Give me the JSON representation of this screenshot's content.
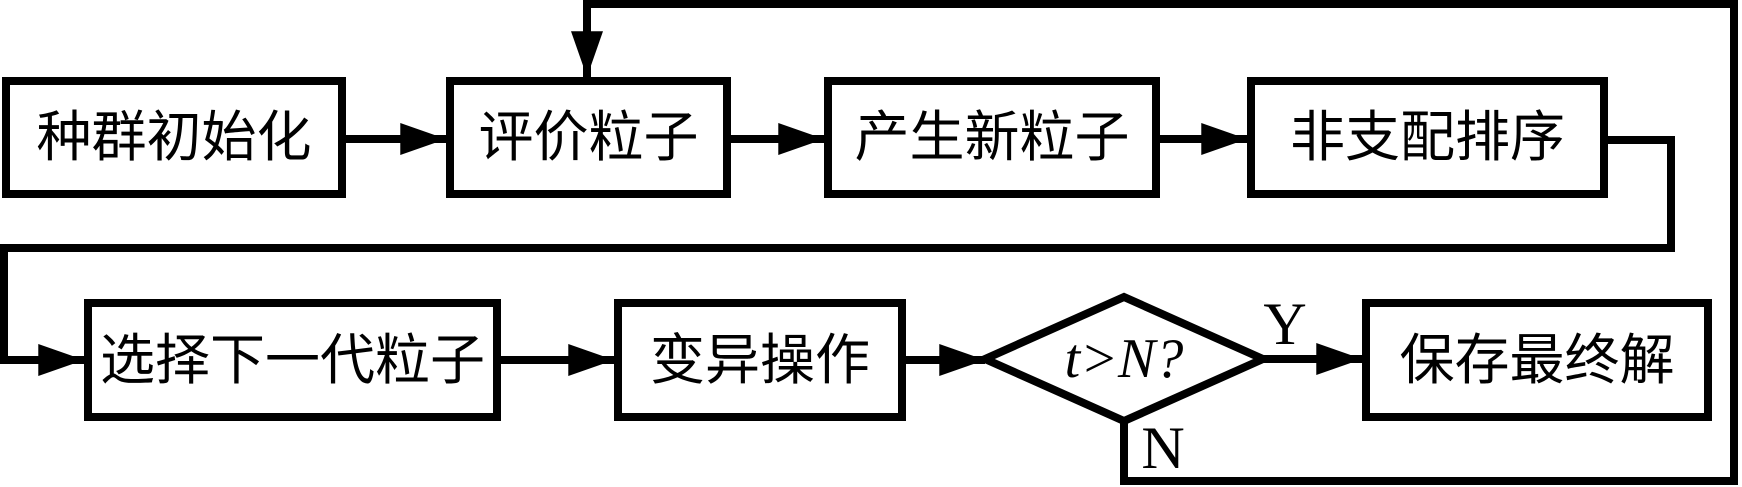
{
  "flowchart": {
    "nodes": [
      {
        "id": "init",
        "type": "process",
        "label": "种群初始化"
      },
      {
        "id": "evaluate",
        "type": "process",
        "label": "评价粒子"
      },
      {
        "id": "generate",
        "type": "process",
        "label": "产生新粒子"
      },
      {
        "id": "sort",
        "type": "process",
        "label": "非支配排序"
      },
      {
        "id": "select",
        "type": "process",
        "label": "选择下一代粒子"
      },
      {
        "id": "mutate",
        "type": "process",
        "label": "变异操作"
      },
      {
        "id": "decision",
        "type": "decision",
        "label": "t>N?"
      },
      {
        "id": "save",
        "type": "process",
        "label": "保存最终解"
      }
    ],
    "branch_labels": {
      "yes": "Y",
      "no": "N"
    },
    "edges": [
      {
        "from": "init",
        "to": "evaluate"
      },
      {
        "from": "evaluate",
        "to": "generate"
      },
      {
        "from": "generate",
        "to": "sort"
      },
      {
        "from": "sort",
        "to": "select"
      },
      {
        "from": "select",
        "to": "mutate"
      },
      {
        "from": "mutate",
        "to": "decision"
      },
      {
        "from": "decision",
        "to": "save",
        "label": "Y"
      },
      {
        "from": "decision",
        "to": "evaluate",
        "label": "N"
      }
    ],
    "colors": {
      "stroke": "#000000",
      "fill": "#ffffff",
      "background": "#ffffff"
    }
  }
}
